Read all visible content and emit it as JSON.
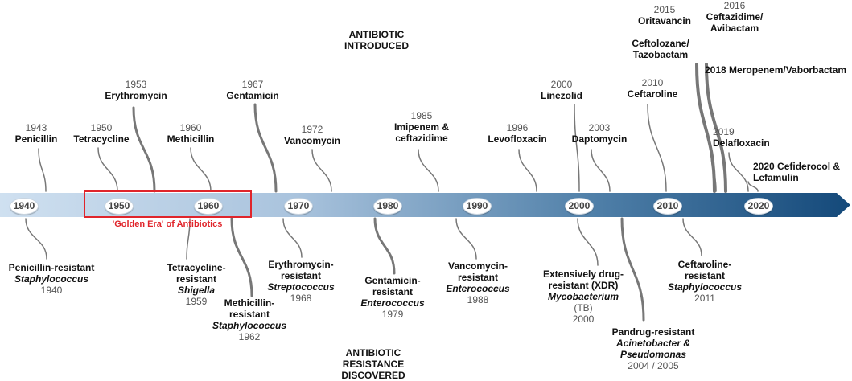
{
  "headings": {
    "top": "ANTIBIOTIC\nINTRODUCED",
    "bottom": "ANTIBIOTIC\nRESISTANCE\nDISCOVERED"
  },
  "golden_era": "'Golden Era' of Antibiotics",
  "decades": [
    "1940",
    "1950",
    "1960",
    "1970",
    "1980",
    "1990",
    "2000",
    "2010",
    "2020"
  ],
  "introduced": [
    {
      "year": "1943",
      "name": "Penicillin"
    },
    {
      "year": "1950",
      "name": "Tetracycline"
    },
    {
      "year": "1953",
      "name": "Erythromycin"
    },
    {
      "year": "1960",
      "name": "Methicillin"
    },
    {
      "year": "1967",
      "name": "Gentamicin"
    },
    {
      "year": "1972",
      "name": "Vancomycin"
    },
    {
      "year": "1985",
      "name": "Imipenem &\nceftazidime"
    },
    {
      "year": "1996",
      "name": "Levofloxacin"
    },
    {
      "year": "2000",
      "name": "Linezolid"
    },
    {
      "year": "2003",
      "name": "Daptomycin"
    },
    {
      "year": "2010",
      "name": "Ceftaroline"
    },
    {
      "year": "2015",
      "name": "Oritavancin"
    },
    {
      "year": "2016",
      "name": "Ceftazidime/\nAvibactam"
    },
    {
      "year": "",
      "name": "Ceftolozane/\nTazobactam"
    },
    {
      "year": "",
      "name": "2018 Meropenem/Vaborbactam"
    },
    {
      "year": "2019",
      "name": "Delafloxacin"
    },
    {
      "year": "",
      "name": "2020 Cefiderocol &\nLefamulin"
    }
  ],
  "resistance": [
    {
      "name": "Penicillin-resistant",
      "italic": "Staphylococcus",
      "year": "1940"
    },
    {
      "name": "Tetracycline-\nresistant",
      "italic": "Shigella",
      "year": "1959"
    },
    {
      "name": "Methicillin-\nresistant",
      "italic": "Staphylococcus",
      "year": "1962"
    },
    {
      "name": "Erythromycin-\nresistant",
      "italic": "Streptococcus",
      "year": "1968"
    },
    {
      "name": "Gentamicin-\nresistant",
      "italic": "Enterococcus",
      "year": "1979"
    },
    {
      "name": "Vancomycin-\nresistant",
      "italic": "Enterococcus",
      "year": "1988"
    },
    {
      "name": "Extensively drug-\nresistant (XDR)",
      "italic": "Mycobacterium",
      "year": "(TB)\n2000"
    },
    {
      "name": "Pandrug-resistant",
      "italic": "Acinetobacter &\nPseudomonas",
      "year": "2004 / 2005"
    },
    {
      "name": "Ceftaroline-\nresistant",
      "italic": "Staphylococcus",
      "year": "2011"
    }
  ]
}
